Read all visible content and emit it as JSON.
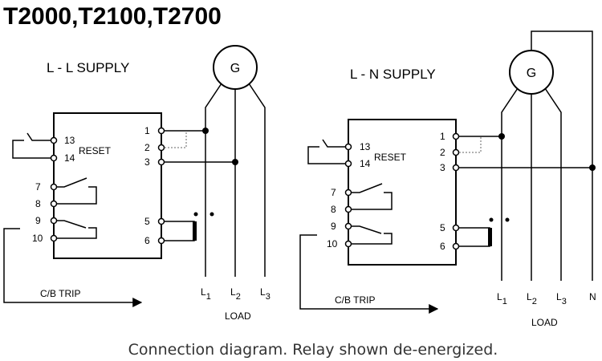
{
  "title": "T2000,T2100,T2700",
  "caption": "Connection diagram. Relay shown de-energized.",
  "left": {
    "supply_label": "L - L SUPPLY",
    "generator": "G",
    "reset": "RESET",
    "pins": [
      "13",
      "14",
      "7",
      "8",
      "9",
      "10",
      "1",
      "2",
      "3",
      "5",
      "6"
    ],
    "trip_label": "C/B TRIP",
    "load_label": "LOAD",
    "lines": [
      {
        "base": "L",
        "sub": "1"
      },
      {
        "base": "L",
        "sub": "2"
      },
      {
        "base": "L",
        "sub": "3"
      }
    ]
  },
  "right": {
    "supply_label": "L - N SUPPLY",
    "generator": "G",
    "reset": "RESET",
    "pins": [
      "13",
      "14",
      "7",
      "8",
      "9",
      "10",
      "1",
      "2",
      "3",
      "5",
      "6"
    ],
    "trip_label": "C/B TRIP",
    "load_label": "LOAD",
    "lines": [
      {
        "base": "L",
        "sub": "1"
      },
      {
        "base": "L",
        "sub": "2"
      },
      {
        "base": "L",
        "sub": "3"
      },
      {
        "base": "N",
        "sub": ""
      }
    ]
  }
}
